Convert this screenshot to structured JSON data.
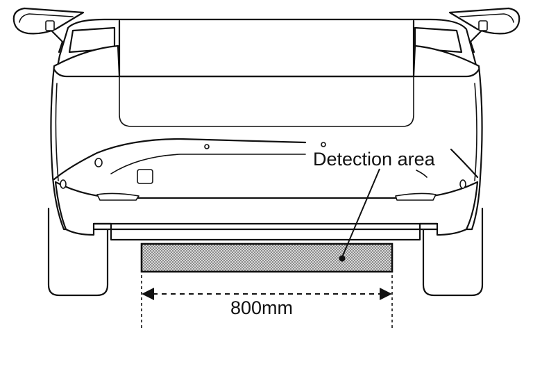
{
  "labels": {
    "detection_area": "Detection area",
    "width": "800mm"
  },
  "colors": {
    "line": "#111111",
    "background": "#ffffff",
    "hatch": "#8c8c8c"
  },
  "icons": {
    "side_mirror": "mirror-outline",
    "rear_camera_plate": "hatched-square"
  }
}
